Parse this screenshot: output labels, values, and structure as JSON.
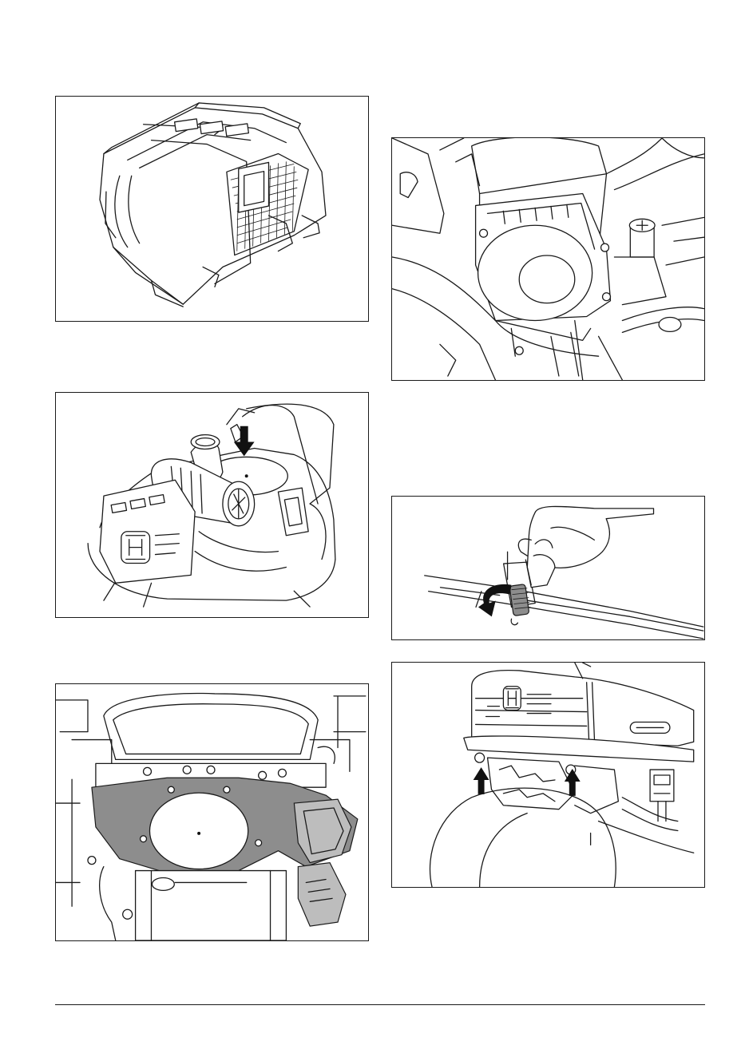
{
  "page": {
    "figures": [
      {
        "id": "fig1",
        "icon": "engine-cover-icon"
      },
      {
        "id": "fig2",
        "icon": "air-filter-cover-arrow-icon"
      },
      {
        "id": "fig3",
        "icon": "engine-shroud-grey-icon"
      },
      {
        "id": "fig4",
        "icon": "air-filter-housing-icon"
      },
      {
        "id": "fig5",
        "icon": "hose-clamp-rotate-icon"
      },
      {
        "id": "fig6",
        "icon": "front-panel-lift-arrows-icon"
      }
    ],
    "colors": {
      "line": "#1a1a1a",
      "highlight_grey": "#8d8d8d",
      "light_grey": "#bdbdbd",
      "background": "#ffffff"
    }
  }
}
